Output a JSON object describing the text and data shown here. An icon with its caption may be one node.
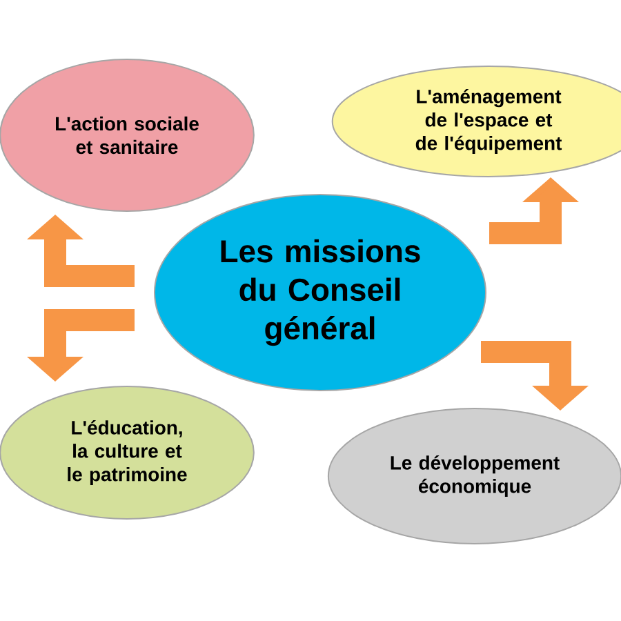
{
  "diagram": {
    "nodes": [
      {
        "text": [
          "Les missions du Conseil général"
        ]
      },
      {
        "text": [
          "L'action sociale et sanitaire"
        ]
      },
      {
        "text": [
          "L'aménagement de l'espace et de l'équipement"
        ]
      },
      {
        "text": [
          "L'éducation, la culture et le patrimoine"
        ]
      },
      {
        "text": [
          "Le développement économique"
        ]
      }
    ],
    "edges": [
      {
        "from": 0,
        "to": 1,
        "arrow": "to"
      },
      {
        "from": 0,
        "to": 2,
        "arrow": "to"
      },
      {
        "from": 0,
        "to": 3,
        "arrow": "to"
      },
      {
        "from": 0,
        "to": 4,
        "arrow": "to"
      }
    ]
  }
}
